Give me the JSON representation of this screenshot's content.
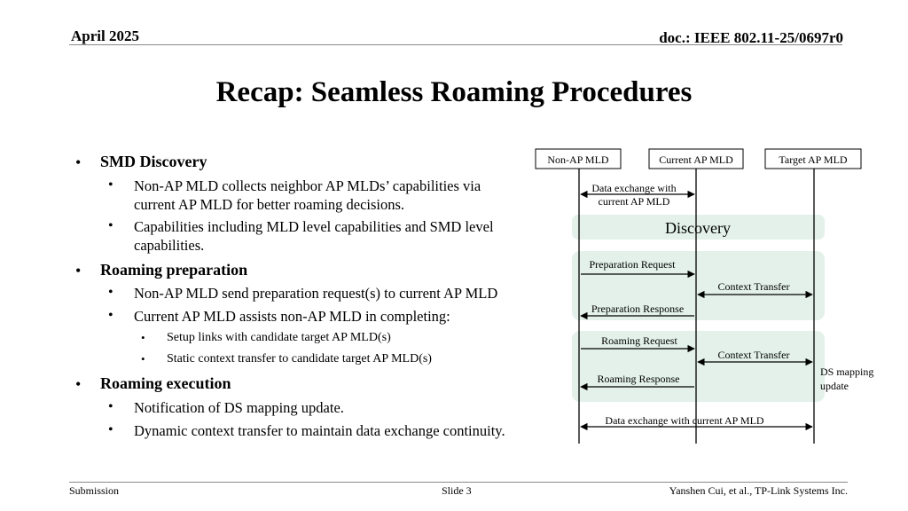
{
  "header": {
    "date": "April 2025",
    "doc": "doc.: IEEE 802.11-25/0697r0"
  },
  "title": "Recap: Seamless Roaming Procedures",
  "bullets": {
    "smd_discovery": {
      "heading": "SMD Discovery",
      "items": [
        "Non-AP MLD collects neighbor AP MLDs’ capabilities via current AP MLD for better roaming decisions.",
        "Capabilities including MLD level capabilities and SMD level capabilities."
      ]
    },
    "roaming_preparation": {
      "heading": "Roaming preparation",
      "items": [
        "Non-AP MLD send preparation request(s) to current AP MLD",
        "Current AP MLD assists non-AP MLD in completing:"
      ],
      "subitems": [
        "Setup links with candidate target AP MLD(s)",
        "Static context transfer to candidate target AP MLD(s)"
      ]
    },
    "roaming_execution": {
      "heading": "Roaming execution",
      "items": [
        "Notification of DS mapping update.",
        "Dynamic context transfer to maintain data exchange continuity."
      ]
    }
  },
  "diagram": {
    "entities": {
      "non_ap": "Non-AP MLD",
      "current_ap": "Current AP MLD",
      "target_ap": "Target AP MLD"
    },
    "data_exchange_top_1": "Data exchange with",
    "data_exchange_top_2": "current AP MLD",
    "discovery_label": "Discovery",
    "preparation_request": "Preparation Request",
    "context_transfer_1": "Context Transfer",
    "preparation_response": "Preparation Response",
    "roaming_request": "Roaming Request",
    "context_transfer_2": "Context Transfer",
    "roaming_response": "Roaming Response",
    "ds_mapping_1": "DS mapping",
    "ds_mapping_2": "update",
    "data_exchange_bottom": "Data exchange with current AP MLD",
    "band_color": "#e3f1ea",
    "bullet_glyph": "•"
  },
  "footer": {
    "left": "Submission",
    "center": "Slide 3",
    "right": "Yanshen Cui, et al., TP-Link Systems Inc."
  }
}
